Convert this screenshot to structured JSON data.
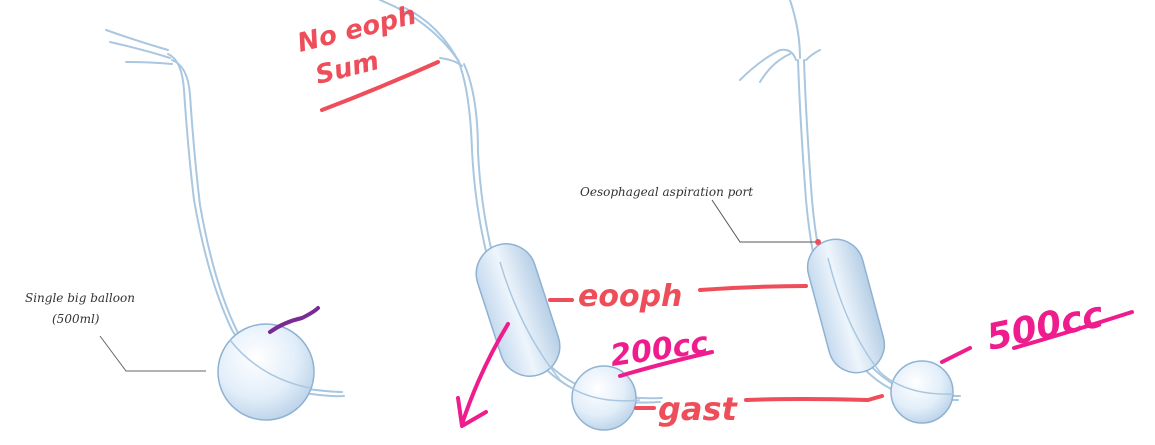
{
  "labels": {
    "single_balloon_line1": "Single big balloon",
    "single_balloon_line2": "(500ml)",
    "oesophageal_port": "Oesophageal aspiration port"
  },
  "annotations": {
    "no_oesoph_line1": "No eoph",
    "no_oesoph_line2": "Sum",
    "eooph": "eooph",
    "gast": "gast",
    "vol_200": "200cc",
    "vol_500": "500cc"
  },
  "colors": {
    "tube": "#a9c7e0",
    "balloon_fill": "#dbe9f6",
    "balloon_edge": "#8fb2d2",
    "ink_red": "#ee4d5a",
    "ink_pink": "#ee1c8c",
    "ink_purple": "#7a2a95",
    "label": "#333333"
  }
}
